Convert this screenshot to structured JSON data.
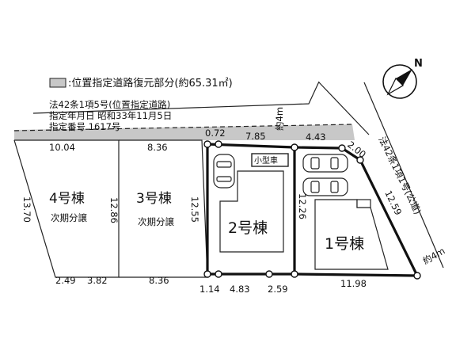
{
  "legend": {
    "text": ":位置指定道路復元部分(約65.31㎡)",
    "swatch_color": "#c8c8c8"
  },
  "north_label": "N",
  "road_north": {
    "line1": "法42条1項5号(位置指定道路)",
    "line2": "指定年月日  昭和33年11月5日",
    "line3": "指定番号  1617号",
    "width": "約4m"
  },
  "road_east": {
    "label": "法42条1項1号(公道)",
    "width": "約4m"
  },
  "lots": {
    "lot4": {
      "name": "4号棟",
      "status": "次期分譲"
    },
    "lot3": {
      "name": "3号棟",
      "status": "次期分譲"
    },
    "lot2": {
      "name": "2号棟",
      "car_label": "小型車"
    },
    "lot1": {
      "name": "1号棟"
    }
  },
  "dimensions": {
    "top_lot4": "10.04",
    "top_lot3": "8.36",
    "top_a": "0.72",
    "top_lot2": "7.85",
    "top_lot1": "4.43",
    "corner_ne": "2.00",
    "east_side": "12.59",
    "left_lot4": "13.70",
    "split_43": "12.86",
    "split_32": "12.55",
    "split_21": "12.26",
    "bottom_a": "2.49",
    "bottom_b": "3.82",
    "bottom_lot3": "8.36",
    "bottom_c": "1.14",
    "bottom_d": "4.83",
    "bottom_e": "2.59",
    "bottom_lot1": "11.98"
  }
}
